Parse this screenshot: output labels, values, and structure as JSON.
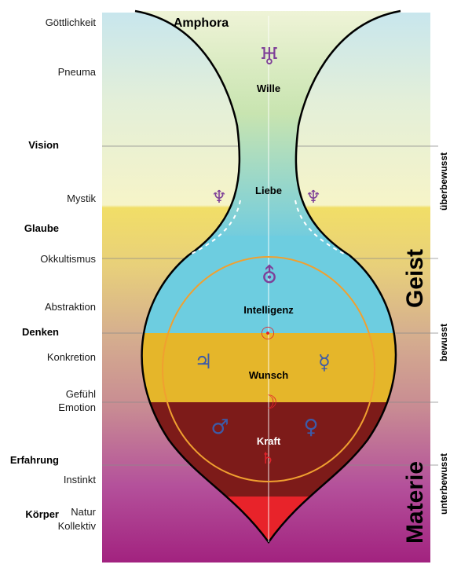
{
  "title": "Amphora",
  "levels_left": [
    "Göttlichkeit",
    "Pneuma",
    "Mystik",
    "Okkultismus",
    "Abstraktion",
    "Konkretion",
    "Gefühl",
    "Emotion",
    "Instinkt",
    "Natur",
    "Kollektiv"
  ],
  "categories_bold": [
    "Vision",
    "Glaube",
    "Denken",
    "Erfahrung",
    "Körper"
  ],
  "inner_labels": [
    "Wille",
    "Liebe",
    "Intelligenz",
    "Wunsch",
    "Kraft"
  ],
  "big_labels": [
    "Geist",
    "Materie"
  ],
  "consciousness": [
    "überbewusst",
    "bewusst",
    "unterbewusst"
  ],
  "planet_symbols": [
    "♅",
    "♆",
    "♆",
    "⛢",
    "☉",
    "♃",
    "☿",
    "☽",
    "♂",
    "♀",
    "♄"
  ],
  "colors": {
    "band_sky": "#cde9ec",
    "band_pale": "#f4f1c6",
    "band_gold": "#f0e070",
    "band_tan": "#d2a590",
    "band_purple": "#a4287f",
    "vessel_top": "#c9e3b3",
    "vessel_blue": "#6dcde0",
    "vessel_yellow": "#e5b62a",
    "vessel_brown": "#7d1b19",
    "vessel_red": "#e8232a",
    "circle": "#f0a030",
    "planet_purple": "#7e3f98",
    "planet_blue": "#3d5ba8",
    "planet_red": "#e4232b"
  }
}
